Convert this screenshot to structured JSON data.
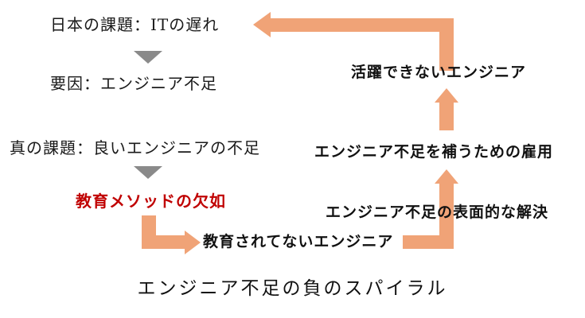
{
  "colors": {
    "background": "#ffffff",
    "arrow_orange": "#f0a377",
    "triangle_gray": "#8a8a8a",
    "emphasis_red": "#c00000",
    "text": "#1a1a1a"
  },
  "diagram": {
    "left_column": [
      {
        "id": "japan-issue",
        "label": "日本の課題：ITの遅れ",
        "style": "plain"
      },
      {
        "id": "cause",
        "label": "要因：エンジニア不足",
        "style": "plain"
      },
      {
        "id": "true-issue",
        "label": "真の課題：良いエンジニアの不足",
        "style": "plain"
      },
      {
        "id": "lack-of-education-method",
        "label": "教育メソッドの欠如",
        "style": "red-bold"
      }
    ],
    "right_column": [
      {
        "id": "inactive-engineers",
        "label": "活躍できないエンジニア"
      },
      {
        "id": "compensating-hiring",
        "label": "エンジニア不足を補うための雇用"
      },
      {
        "id": "superficial-solution",
        "label": "エンジニア不足の表面的な解決"
      },
      {
        "id": "untrained-engineers",
        "label": "教育されてないエンジニア"
      }
    ],
    "connectors": [
      {
        "name": "gray-triangle-1",
        "from": "japan-issue",
        "to": "cause"
      },
      {
        "name": "gray-triangle-2",
        "from": "true-issue",
        "to": "lack-of-education-method"
      },
      {
        "name": "bottom-left-l-arrow",
        "from": "lack-of-education-method",
        "to": "untrained-engineers"
      },
      {
        "name": "bottom-right-l-arrow",
        "from": "untrained-engineers",
        "to": "compensating-hiring"
      },
      {
        "name": "right-up-arrow",
        "from": "compensating-hiring",
        "to": "inactive-engineers"
      },
      {
        "name": "top-feedback-arrow",
        "from": "inactive-engineers",
        "to": "japan-issue"
      }
    ],
    "caption": "エンジニア不足の負のスパイラル"
  }
}
